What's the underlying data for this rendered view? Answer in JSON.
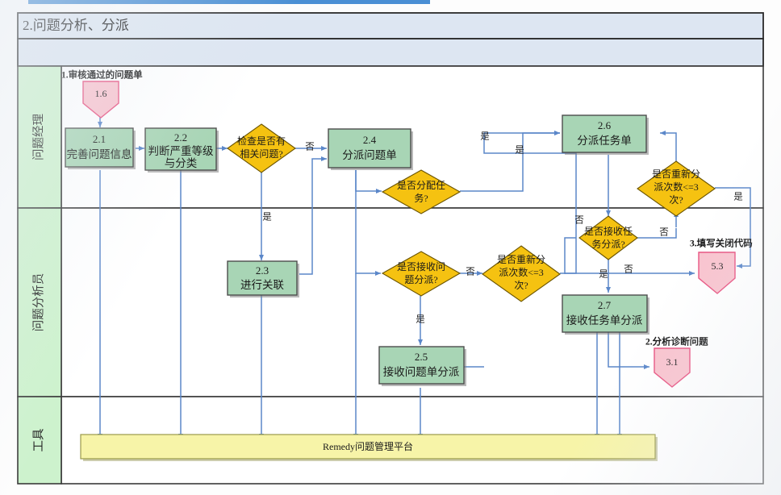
{
  "page": {
    "title": "2.问题分析、分派",
    "accent_color": "#4a8fd4",
    "header_fill": "#dde6f2",
    "lane_fill": "#cdf2cd",
    "process_fill": "#a8d5b5",
    "decision_fill": "#f5c211",
    "connector_fill": "#f9c3ce",
    "tool_fill": "#f7f4a8",
    "edge_color": "#5b87c9"
  },
  "lanes": [
    {
      "id": "lane-manager",
      "label": "问题经理"
    },
    {
      "id": "lane-analyst",
      "label": "问题分析员"
    },
    {
      "id": "lane-tools",
      "label": "工具"
    }
  ],
  "annotations": [
    {
      "id": "anno-1",
      "text": "1.审核通过的问题单"
    },
    {
      "id": "anno-2",
      "text": "2.分析诊断问题"
    },
    {
      "id": "anno-3",
      "text": "3.填写关闭代码"
    }
  ],
  "connectors": [
    {
      "id": "connector-1-6",
      "label": "1.6"
    },
    {
      "id": "connector-3-1",
      "label": "3.1"
    },
    {
      "id": "connector-5-3",
      "label": "5.3"
    }
  ],
  "processes": [
    {
      "id": "node-2-1",
      "num": "2.1",
      "label": "完善问题信息"
    },
    {
      "id": "node-2-2",
      "num": "2.2",
      "label_line1": "判断严重等级",
      "label_line2": "与分类"
    },
    {
      "id": "node-2-3",
      "num": "2.3",
      "label": "进行关联"
    },
    {
      "id": "node-2-4",
      "num": "2.4",
      "label": "分派问题单"
    },
    {
      "id": "node-2-5",
      "num": "2.5",
      "label": "接收问题单分派"
    },
    {
      "id": "node-2-6",
      "num": "2.6",
      "label": "分派任务单"
    },
    {
      "id": "node-2-7",
      "num": "2.7",
      "label": "接收任务单分派"
    }
  ],
  "decisions": [
    {
      "id": "decision-related",
      "line1": "检查是否有",
      "line2": "相关问题?",
      "line3": ""
    },
    {
      "id": "decision-assign-task",
      "line1": "是否分配任",
      "line2": "务?",
      "line3": ""
    },
    {
      "id": "decision-accept-issue",
      "line1": "是否接收问",
      "line2": "题分派?",
      "line3": ""
    },
    {
      "id": "decision-reassign-issue-count",
      "line1": "是否重新分",
      "line2": "派次数<=3",
      "line3": "次?"
    },
    {
      "id": "decision-reassign-task-count",
      "line1": "是否重新分",
      "line2": "派次数<=3",
      "line3": "次?"
    },
    {
      "id": "decision-accept-task",
      "line1": "是否接收任",
      "line2": "务分派?",
      "line3": ""
    }
  ],
  "edge_labels": [
    {
      "id": "edge-label-related-no",
      "text": "否"
    },
    {
      "id": "edge-label-related-yes",
      "text": "是"
    },
    {
      "id": "edge-label-assign-task-yes",
      "text": "是"
    },
    {
      "id": "edge-label-accept-issue-yes",
      "text": "是"
    },
    {
      "id": "edge-label-accept-issue-no",
      "text": "否"
    },
    {
      "id": "edge-label-reassign-issue-yes",
      "text": "是"
    },
    {
      "id": "edge-label-accept-task-no-left",
      "text": "否"
    },
    {
      "id": "edge-label-accept-task-yes",
      "text": "是"
    },
    {
      "id": "edge-label-accept-task-no-right",
      "text": "否"
    },
    {
      "id": "edge-label-reassign-task-yes",
      "text": "是"
    },
    {
      "id": "edge-label-reassign-task-no",
      "text": "否"
    }
  ],
  "tool": {
    "id": "tool-remedy",
    "label": "Remedy问题管理平台"
  }
}
